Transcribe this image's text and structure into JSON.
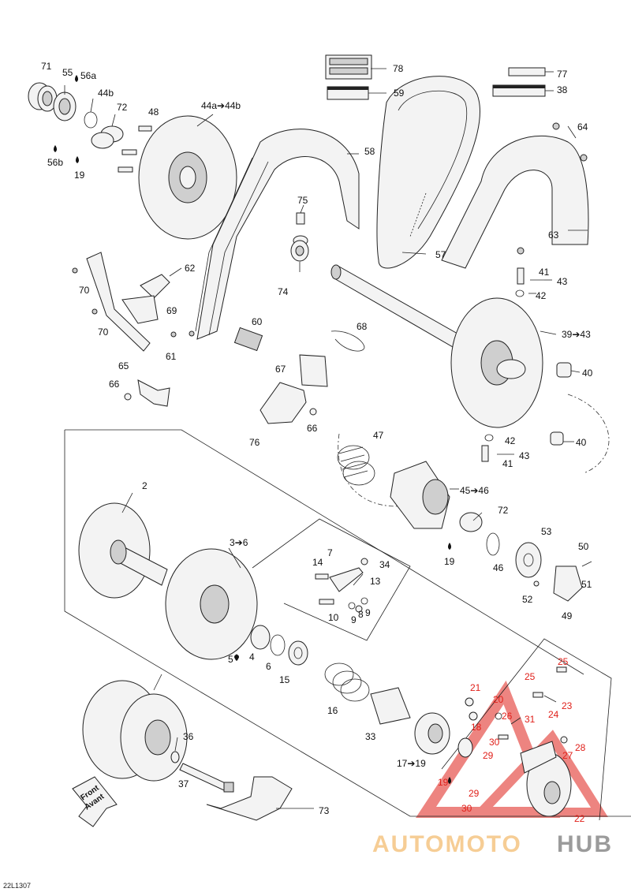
{
  "diagram": {
    "doc_code": "22L1307",
    "front_arrow": {
      "line1": "Front",
      "line2": "Avant"
    },
    "watermark": {
      "part1": "AUTOMOTO",
      "part2": "HUB"
    },
    "callouts": [
      {
        "id": "c71",
        "text": "71"
      },
      {
        "id": "c55",
        "text": "55"
      },
      {
        "id": "c56a",
        "text": "56a"
      },
      {
        "id": "c44b",
        "text": "44b"
      },
      {
        "id": "c72a",
        "text": "72"
      },
      {
        "id": "c48",
        "text": "48"
      },
      {
        "id": "c44ab",
        "text": "44a➔44b"
      },
      {
        "id": "c56b",
        "text": "56b"
      },
      {
        "id": "c19a",
        "text": "19"
      },
      {
        "id": "c78",
        "text": "78"
      },
      {
        "id": "c59",
        "text": "59"
      },
      {
        "id": "c77",
        "text": "77"
      },
      {
        "id": "c38",
        "text": "38"
      },
      {
        "id": "c64",
        "text": "64"
      },
      {
        "id": "c58",
        "text": "58"
      },
      {
        "id": "c75",
        "text": "75"
      },
      {
        "id": "c63",
        "text": "63"
      },
      {
        "id": "c57",
        "text": "57"
      },
      {
        "id": "c62",
        "text": "62"
      },
      {
        "id": "c70a",
        "text": "70"
      },
      {
        "id": "c74",
        "text": "74"
      },
      {
        "id": "c41a",
        "text": "41"
      },
      {
        "id": "c43a",
        "text": "43"
      },
      {
        "id": "c42a",
        "text": "42"
      },
      {
        "id": "c69",
        "text": "69"
      },
      {
        "id": "c70b",
        "text": "70"
      },
      {
        "id": "c60",
        "text": "60"
      },
      {
        "id": "c68",
        "text": "68"
      },
      {
        "id": "c3943",
        "text": "39➔43"
      },
      {
        "id": "c61",
        "text": "61"
      },
      {
        "id": "c65",
        "text": "65"
      },
      {
        "id": "c67",
        "text": "67"
      },
      {
        "id": "c40a",
        "text": "40"
      },
      {
        "id": "c66a",
        "text": "66"
      },
      {
        "id": "c66b",
        "text": "66"
      },
      {
        "id": "c76",
        "text": "76"
      },
      {
        "id": "c47",
        "text": "47"
      },
      {
        "id": "c42b",
        "text": "42"
      },
      {
        "id": "c40b",
        "text": "40"
      },
      {
        "id": "c43b",
        "text": "43"
      },
      {
        "id": "c41b",
        "text": "41"
      },
      {
        "id": "c2",
        "text": "2"
      },
      {
        "id": "c4546",
        "text": "45➔46"
      },
      {
        "id": "c72b",
        "text": "72"
      },
      {
        "id": "c36r",
        "text": "3➔6"
      },
      {
        "id": "c53",
        "text": "53"
      },
      {
        "id": "c7",
        "text": "7"
      },
      {
        "id": "c14",
        "text": "14"
      },
      {
        "id": "c34",
        "text": "34"
      },
      {
        "id": "c50",
        "text": "50"
      },
      {
        "id": "c13",
        "text": "13"
      },
      {
        "id": "c19b",
        "text": "19"
      },
      {
        "id": "c46",
        "text": "46"
      },
      {
        "id": "c51",
        "text": "51"
      },
      {
        "id": "c10",
        "text": "10"
      },
      {
        "id": "c9a",
        "text": "9"
      },
      {
        "id": "c8",
        "text": "8"
      },
      {
        "id": "c9b",
        "text": "9"
      },
      {
        "id": "c52",
        "text": "52"
      },
      {
        "id": "c49",
        "text": "49"
      },
      {
        "id": "c5",
        "text": "5"
      },
      {
        "id": "c4",
        "text": "4"
      },
      {
        "id": "c6",
        "text": "6"
      },
      {
        "id": "c15",
        "text": "15"
      },
      {
        "id": "c25a",
        "text": "25"
      },
      {
        "id": "c25b",
        "text": "25"
      },
      {
        "id": "c21",
        "text": "21"
      },
      {
        "id": "c20",
        "text": "20"
      },
      {
        "id": "c23",
        "text": "23"
      },
      {
        "id": "c16",
        "text": "16"
      },
      {
        "id": "c24",
        "text": "24"
      },
      {
        "id": "c18",
        "text": "18"
      },
      {
        "id": "c26",
        "text": "26"
      },
      {
        "id": "c31",
        "text": "31"
      },
      {
        "id": "c33",
        "text": "33"
      },
      {
        "id": "c30a",
        "text": "30"
      },
      {
        "id": "c28",
        "text": "28"
      },
      {
        "id": "c36",
        "text": "36"
      },
      {
        "id": "c27",
        "text": "27"
      },
      {
        "id": "c29a",
        "text": "29"
      },
      {
        "id": "c1719",
        "text": "17➔19"
      },
      {
        "id": "c37",
        "text": "37"
      },
      {
        "id": "c19c",
        "text": "19"
      },
      {
        "id": "c29b",
        "text": "29"
      },
      {
        "id": "c73",
        "text": "73"
      },
      {
        "id": "c30b",
        "text": "30"
      },
      {
        "id": "c22",
        "text": "22"
      }
    ]
  }
}
